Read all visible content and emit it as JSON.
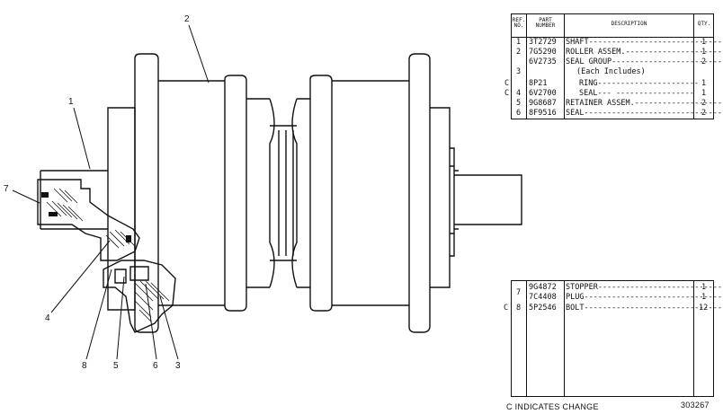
{
  "callouts": [
    "1",
    "2",
    "7",
    "4",
    "8",
    "5",
    "6",
    "3"
  ],
  "table_top": {
    "headers": {
      "ref_no_1": "REF.",
      "ref_no_2": "NO.",
      "part_1": "PART",
      "part_2": "NUMBER",
      "description": "DESCRIPTION",
      "qty": "QTY."
    },
    "rows": [
      {
        "mark": "",
        "ref": "1",
        "part": "3T2729",
        "desc": "SHAFT-------------------------------",
        "qty": "1"
      },
      {
        "mark": "",
        "ref": "2",
        "part": "7G5290",
        "desc": "ROLLER ASSEM.-----------------------",
        "qty": "1"
      },
      {
        "mark": "",
        "ref": "",
        "part": "6V2735",
        "desc": "SEAL GROUP---------------------------",
        "qty": "2"
      },
      {
        "mark": "",
        "ref": "3",
        "part": "",
        "desc": "(Each Includes)",
        "qty": ""
      },
      {
        "mark": "C",
        "ref": "",
        "part": "8P21",
        "desc": "RING----------------------",
        "qty": "1"
      },
      {
        "mark": "C",
        "ref": "4",
        "part": "6V2700",
        "desc": "SEAL--- -----------------",
        "qty": "1"
      },
      {
        "mark": "",
        "ref": "5",
        "part": "9G8687",
        "desc": "RETAINER ASSEM.--------------------",
        "qty": "2"
      },
      {
        "mark": "",
        "ref": "6",
        "part": "8F9516",
        "desc": "SEAL-------------------------------",
        "qty": "2"
      }
    ]
  },
  "table_bottom": {
    "rows": [
      {
        "mark": "",
        "ref": "",
        "part": "9G4872",
        "desc": "STOPPER------------------------------",
        "qty": "1"
      },
      {
        "mark": "",
        "ref": "7",
        "part": "7C4408",
        "desc": "PLUG---------------------------------",
        "qty": "1"
      },
      {
        "mark": "C",
        "ref": "8",
        "part": "5P2546",
        "desc": "BOLT---------------------------------",
        "qty": "12"
      }
    ]
  },
  "footer": {
    "note": "C INDICATES CHANGE",
    "illus_no": "303267"
  }
}
